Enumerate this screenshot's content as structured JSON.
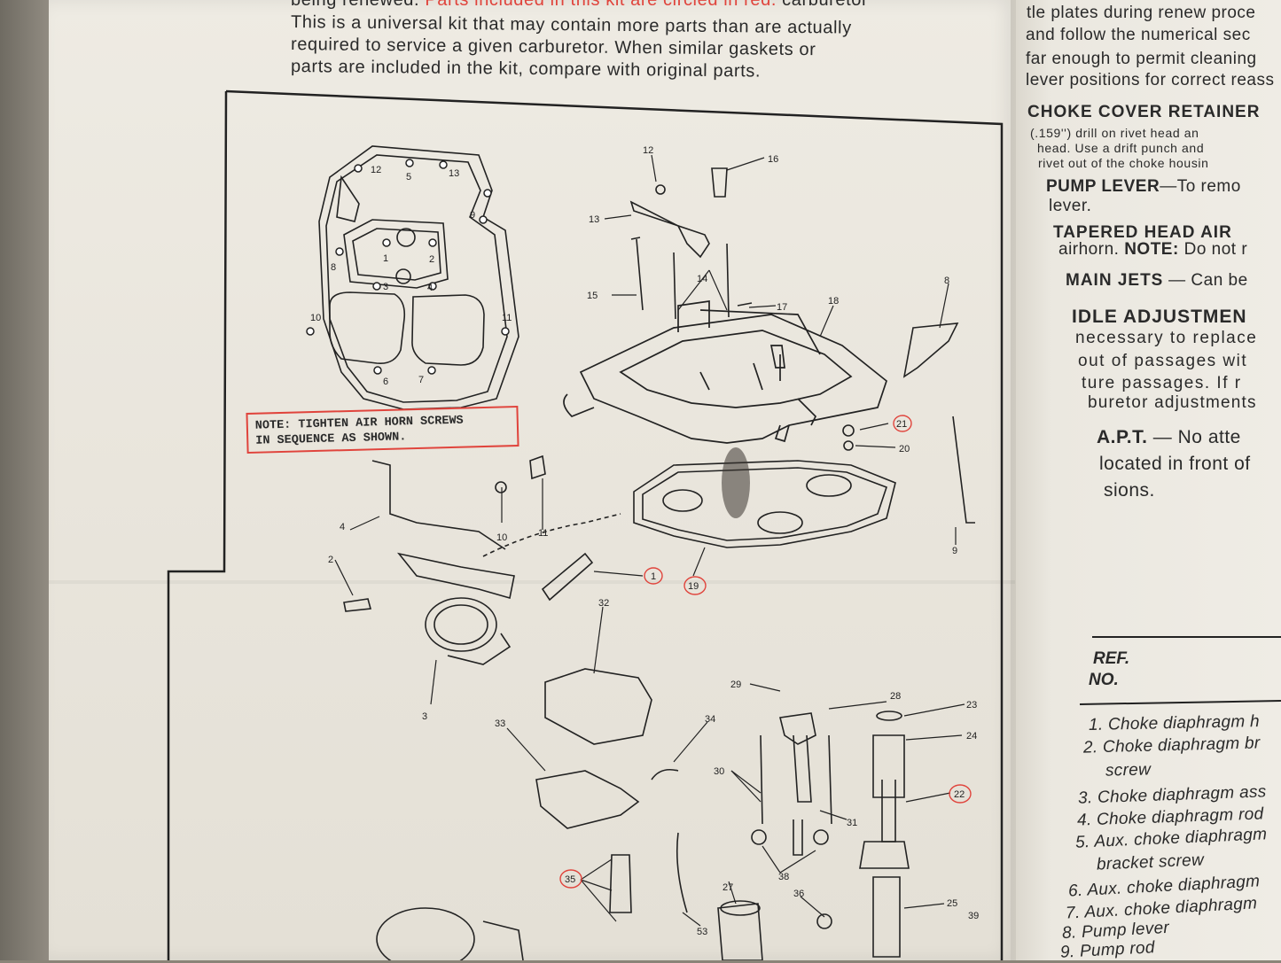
{
  "intro": {
    "line0a": "being renewed. ",
    "line0b": "Parts included in this kit are circled in red.",
    "line0c": " carburetor",
    "line1": "This is a universal kit that may contain more parts than are actually",
    "line2": "required to service a given carburetor. When similar gaskets or",
    "line3": "parts are included in the kit, compare with original parts."
  },
  "note": {
    "line1": "NOTE: TIGHTEN AIR HORN SCREWS",
    "line2": "IN SEQUENCE AS SHOWN."
  },
  "diagram": {
    "gasket_numbers": [
      "12",
      "5",
      "13",
      "9",
      "1",
      "2",
      "8",
      "3",
      "4",
      "10",
      "11",
      "6",
      "7"
    ],
    "labels": [
      "12",
      "16",
      "13",
      "15",
      "14",
      "17",
      "18",
      "8",
      "21",
      "20",
      "10",
      "11",
      "4",
      "2",
      "9",
      "1",
      "19",
      "3",
      "32",
      "29",
      "28",
      "23",
      "24",
      "33",
      "34",
      "30",
      "22",
      "31",
      "38",
      "35",
      "27",
      "36",
      "25",
      "53",
      "39"
    ],
    "circled": [
      "1",
      "19",
      "21",
      "22",
      "35"
    ],
    "colors": {
      "red": "#e0443c",
      "ink": "#222222"
    }
  },
  "right": {
    "l1": "tle plates during renew proce",
    "l2": "and follow the numerical sec",
    "l3": "far enough to permit cleaning",
    "l4": "lever positions for correct reass",
    "h1": "CHOKE COVER RETAINER",
    "s1": "(.159'') drill on rivet head an",
    "s2": "head. Use a drift punch and",
    "s3": "rivet out of the choke housin",
    "h2": "PUMP LEVER",
    "h2b": "—To remo",
    "l5": "lever.",
    "h3": "TAPERED HEAD AIR",
    "l6a": "airhorn. ",
    "l6b": "NOTE:",
    "l6c": " Do not r",
    "h4": "MAIN JETS",
    "h4b": " — Can be",
    "h5": "IDLE ADJUSTMEN",
    "l7": "necessary to replace",
    "l8": "out of passages wit",
    "l9": "ture passages. If r",
    "l10": "buretor adjustments",
    "h6": "A.P.T.",
    "h6b": " — No atte",
    "l11": "located in front of",
    "l12": "sions.",
    "ref1": "REF.",
    "ref2": "NO.",
    "items": [
      "1.  Choke diaphragm h",
      "2.  Choke diaphragm br",
      "screw",
      "3.  Choke diaphragm ass",
      "4.  Choke diaphragm rod",
      "5.  Aux. choke diaphragm",
      "bracket screw",
      "6.  Aux. choke diaphragm",
      "7.  Aux. choke diaphragm",
      "8.  Pump lever",
      "9.  Pump rod"
    ]
  }
}
